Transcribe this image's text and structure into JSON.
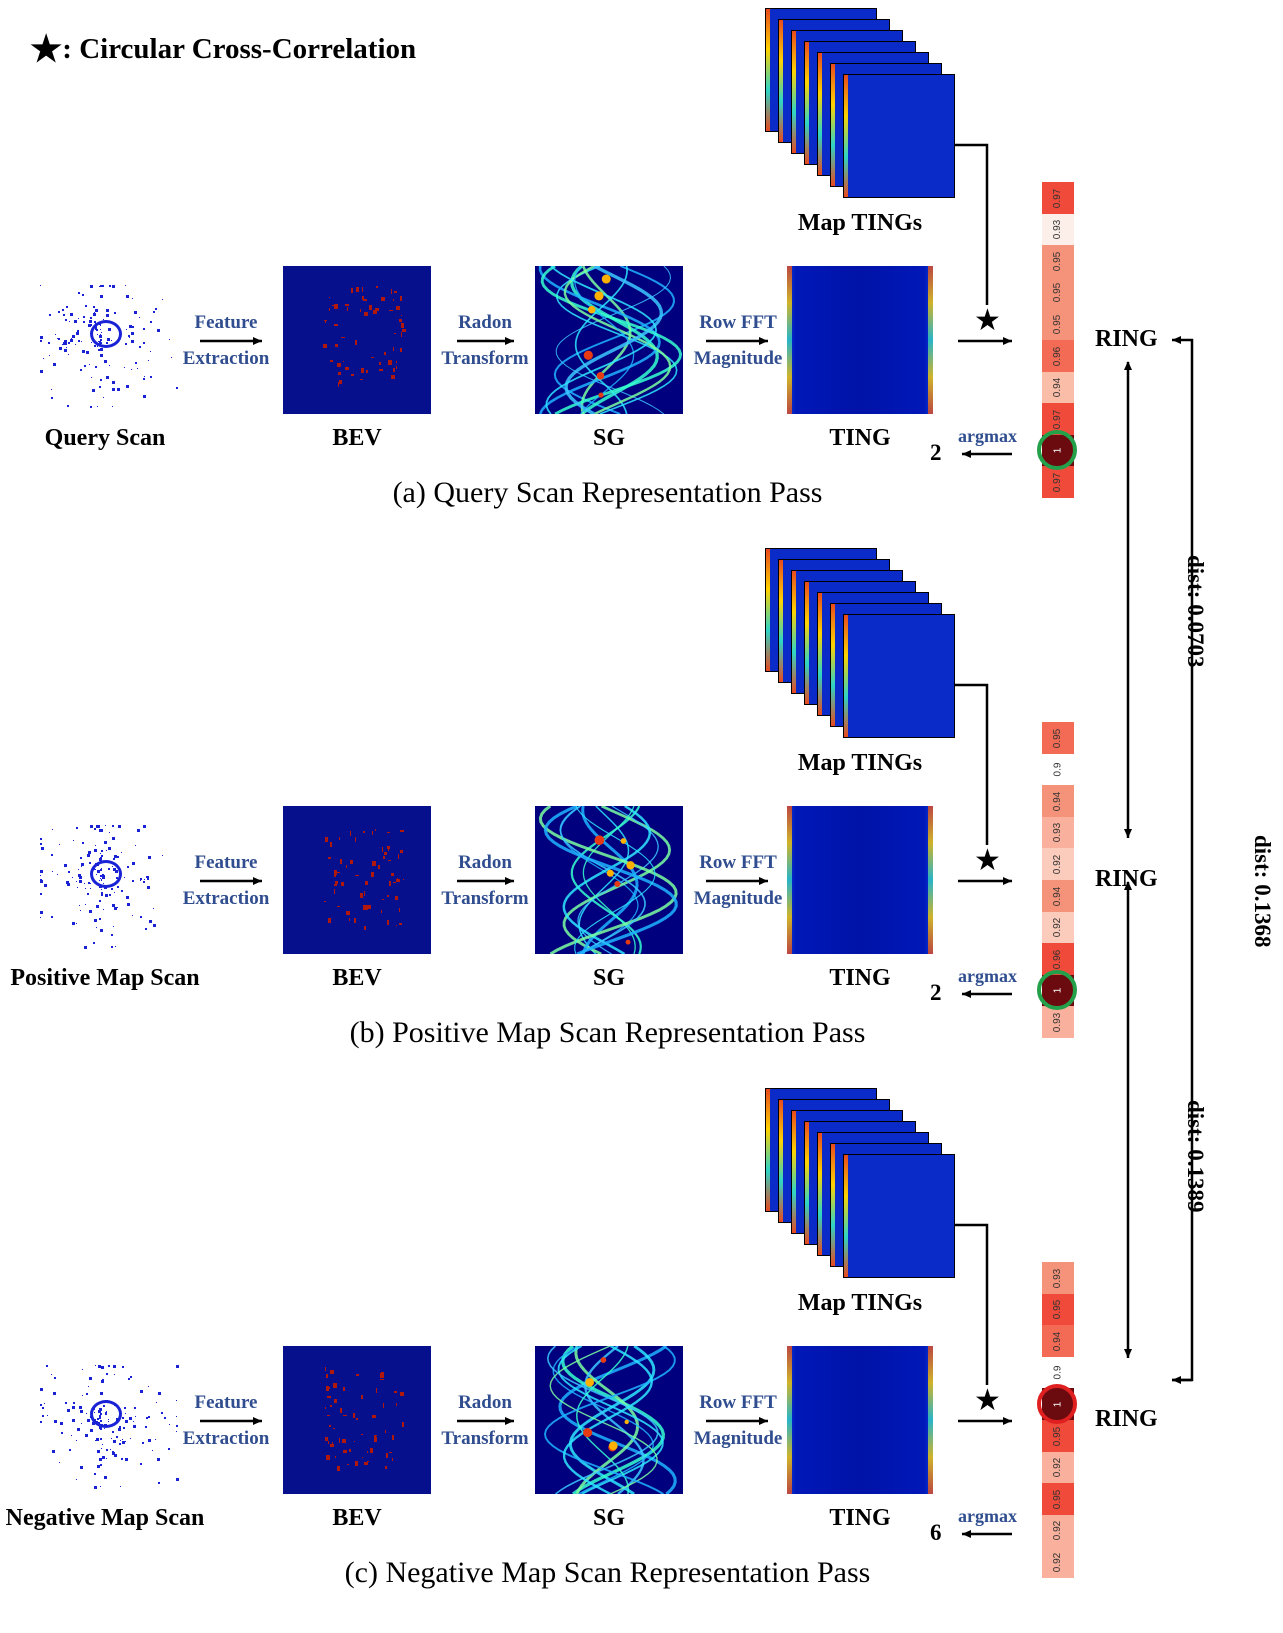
{
  "legend": {
    "symbol": "★",
    "text": ": Circular Cross-Correlation"
  },
  "rows": [
    {
      "scan_label": "Query Scan",
      "step1": [
        "Feature",
        "Extraction"
      ],
      "step2": [
        "Radon",
        "Transform"
      ],
      "step3": [
        "Row FFT",
        "Magnitude"
      ],
      "bev_label": "BEV",
      "sg_label": "SG",
      "ting_label": "TING",
      "map_label": "Map TINGs",
      "argmax_label": "argmax",
      "argmax_value": "2",
      "caption": "(a) Query Scan Representation Pass",
      "ring_label": "RING",
      "highlight_color": "#23a04a",
      "cells": [
        {
          "v": "0.97",
          "c": "#ef4a3a"
        },
        {
          "v": "0.93",
          "c": "#fcefe9"
        },
        {
          "v": "0.95",
          "c": "#f5927a"
        },
        {
          "v": "0.95",
          "c": "#f5927a"
        },
        {
          "v": "0.95",
          "c": "#f5927a"
        },
        {
          "v": "0.96",
          "c": "#f36b55"
        },
        {
          "v": "0.94",
          "c": "#f9bda8"
        },
        {
          "v": "0.97",
          "c": "#ef4a3a"
        },
        {
          "v": "1",
          "c": "#6b0a0f"
        },
        {
          "v": "0.97",
          "c": "#ef4a3a"
        }
      ],
      "highlight_index": 8
    },
    {
      "scan_label": "Positive Map Scan",
      "step1": [
        "Feature",
        "Extraction"
      ],
      "step2": [
        "Radon",
        "Transform"
      ],
      "step3": [
        "Row FFT",
        "Magnitude"
      ],
      "bev_label": "BEV",
      "sg_label": "SG",
      "ting_label": "TING",
      "map_label": "Map TINGs",
      "argmax_label": "argmax",
      "argmax_value": "2",
      "caption": "(b) Positive Map Scan Representation Pass",
      "ring_label": "RING",
      "highlight_color": "#23a04a",
      "cells": [
        {
          "v": "0.95",
          "c": "#f36b55"
        },
        {
          "v": "0.9",
          "c": "#ffffff"
        },
        {
          "v": "0.94",
          "c": "#f5927a"
        },
        {
          "v": "0.93",
          "c": "#f9b09c"
        },
        {
          "v": "0.92",
          "c": "#fbcbbb"
        },
        {
          "v": "0.94",
          "c": "#f5927a"
        },
        {
          "v": "0.92",
          "c": "#fbcbbb"
        },
        {
          "v": "0.96",
          "c": "#ef4a3a"
        },
        {
          "v": "1",
          "c": "#6b0a0f"
        },
        {
          "v": "0.93",
          "c": "#f9b09c"
        }
      ],
      "highlight_index": 8
    },
    {
      "scan_label": "Negative Map Scan",
      "step1": [
        "Feature",
        "Extraction"
      ],
      "step2": [
        "Radon",
        "Transform"
      ],
      "step3": [
        "Row FFT",
        "Magnitude"
      ],
      "bev_label": "BEV",
      "sg_label": "SG",
      "ting_label": "TING",
      "map_label": "Map TINGs",
      "argmax_label": "argmax",
      "argmax_value": "6",
      "caption": "(c) Negative Map Scan Representation Pass",
      "ring_label": "RING",
      "highlight_color": "#e02020",
      "cells": [
        {
          "v": "0.93",
          "c": "#f5927a"
        },
        {
          "v": "0.95",
          "c": "#ef4a3a"
        },
        {
          "v": "0.94",
          "c": "#f36b55"
        },
        {
          "v": "0.9",
          "c": "#ffffff"
        },
        {
          "v": "1",
          "c": "#6b0a0f"
        },
        {
          "v": "0.95",
          "c": "#ef4a3a"
        },
        {
          "v": "0.92",
          "c": "#f9b09c"
        },
        {
          "v": "0.95",
          "c": "#ef4a3a"
        },
        {
          "v": "0.92",
          "c": "#f9b09c"
        },
        {
          "v": "0.92",
          "c": "#f9b09c"
        }
      ],
      "highlight_index": 4
    }
  ],
  "distances": {
    "ab": "dist: 0.0703",
    "bc": "dist: 0.1389",
    "ac": "dist: 0.1368"
  }
}
